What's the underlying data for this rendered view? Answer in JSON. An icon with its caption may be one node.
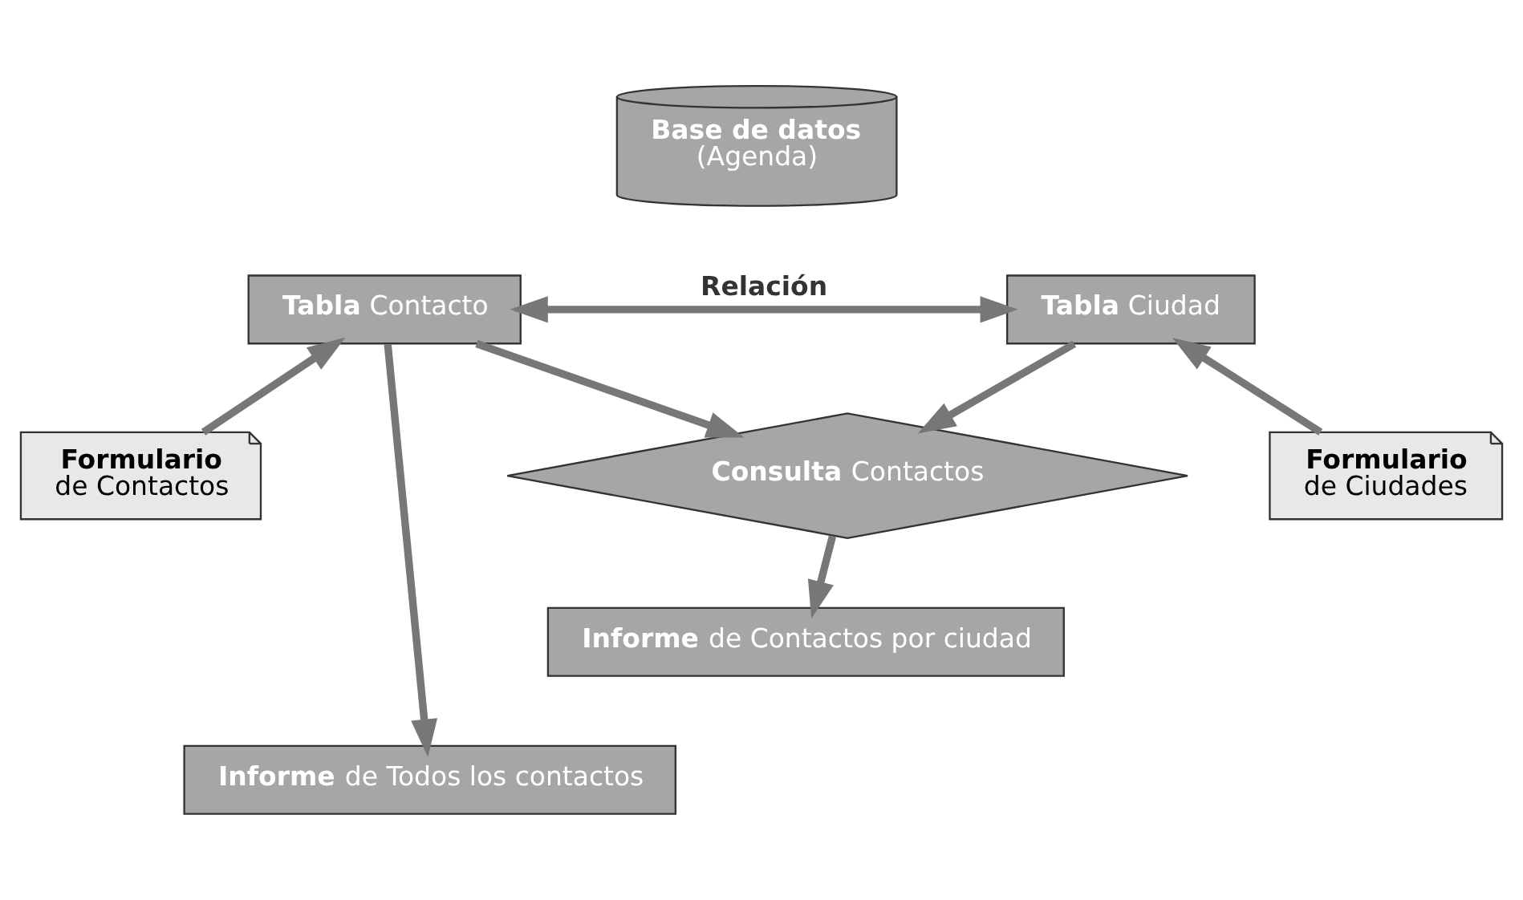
{
  "diagram": {
    "nodes": [
      {
        "text": [
          "**Base de datos**",
          "(Agenda)"
        ]
      },
      {
        "text": [
          "**Tabla** Contacto"
        ]
      },
      {
        "text": [
          "**Tabla** Ciudad"
        ]
      },
      {
        "text": [
          "**Formulario**",
          "de Contactos"
        ]
      },
      {
        "text": [
          "**Formulario**",
          "de Ciudades"
        ]
      },
      {
        "text": [
          "**Consulta** Contactos"
        ]
      },
      {
        "text": [
          "**Informe** de Contactos por ciudad"
        ]
      },
      {
        "text": [
          "**Informe** de Todos los contactos"
        ]
      }
    ],
    "edges": [
      {
        "from": 3,
        "to": 1,
        "arrow": "to"
      },
      {
        "from": 4,
        "to": 2,
        "arrow": "to"
      },
      {
        "from": 1,
        "to": 2,
        "arrow": "both",
        "label": "**Relación**"
      },
      {
        "from": 1,
        "to": 5,
        "arrow": "to"
      },
      {
        "from": 2,
        "to": 5,
        "arrow": "to"
      },
      {
        "from": 5,
        "to": 6,
        "arrow": "to"
      },
      {
        "from": 1,
        "to": 7,
        "arrow": "to"
      }
    ]
  }
}
